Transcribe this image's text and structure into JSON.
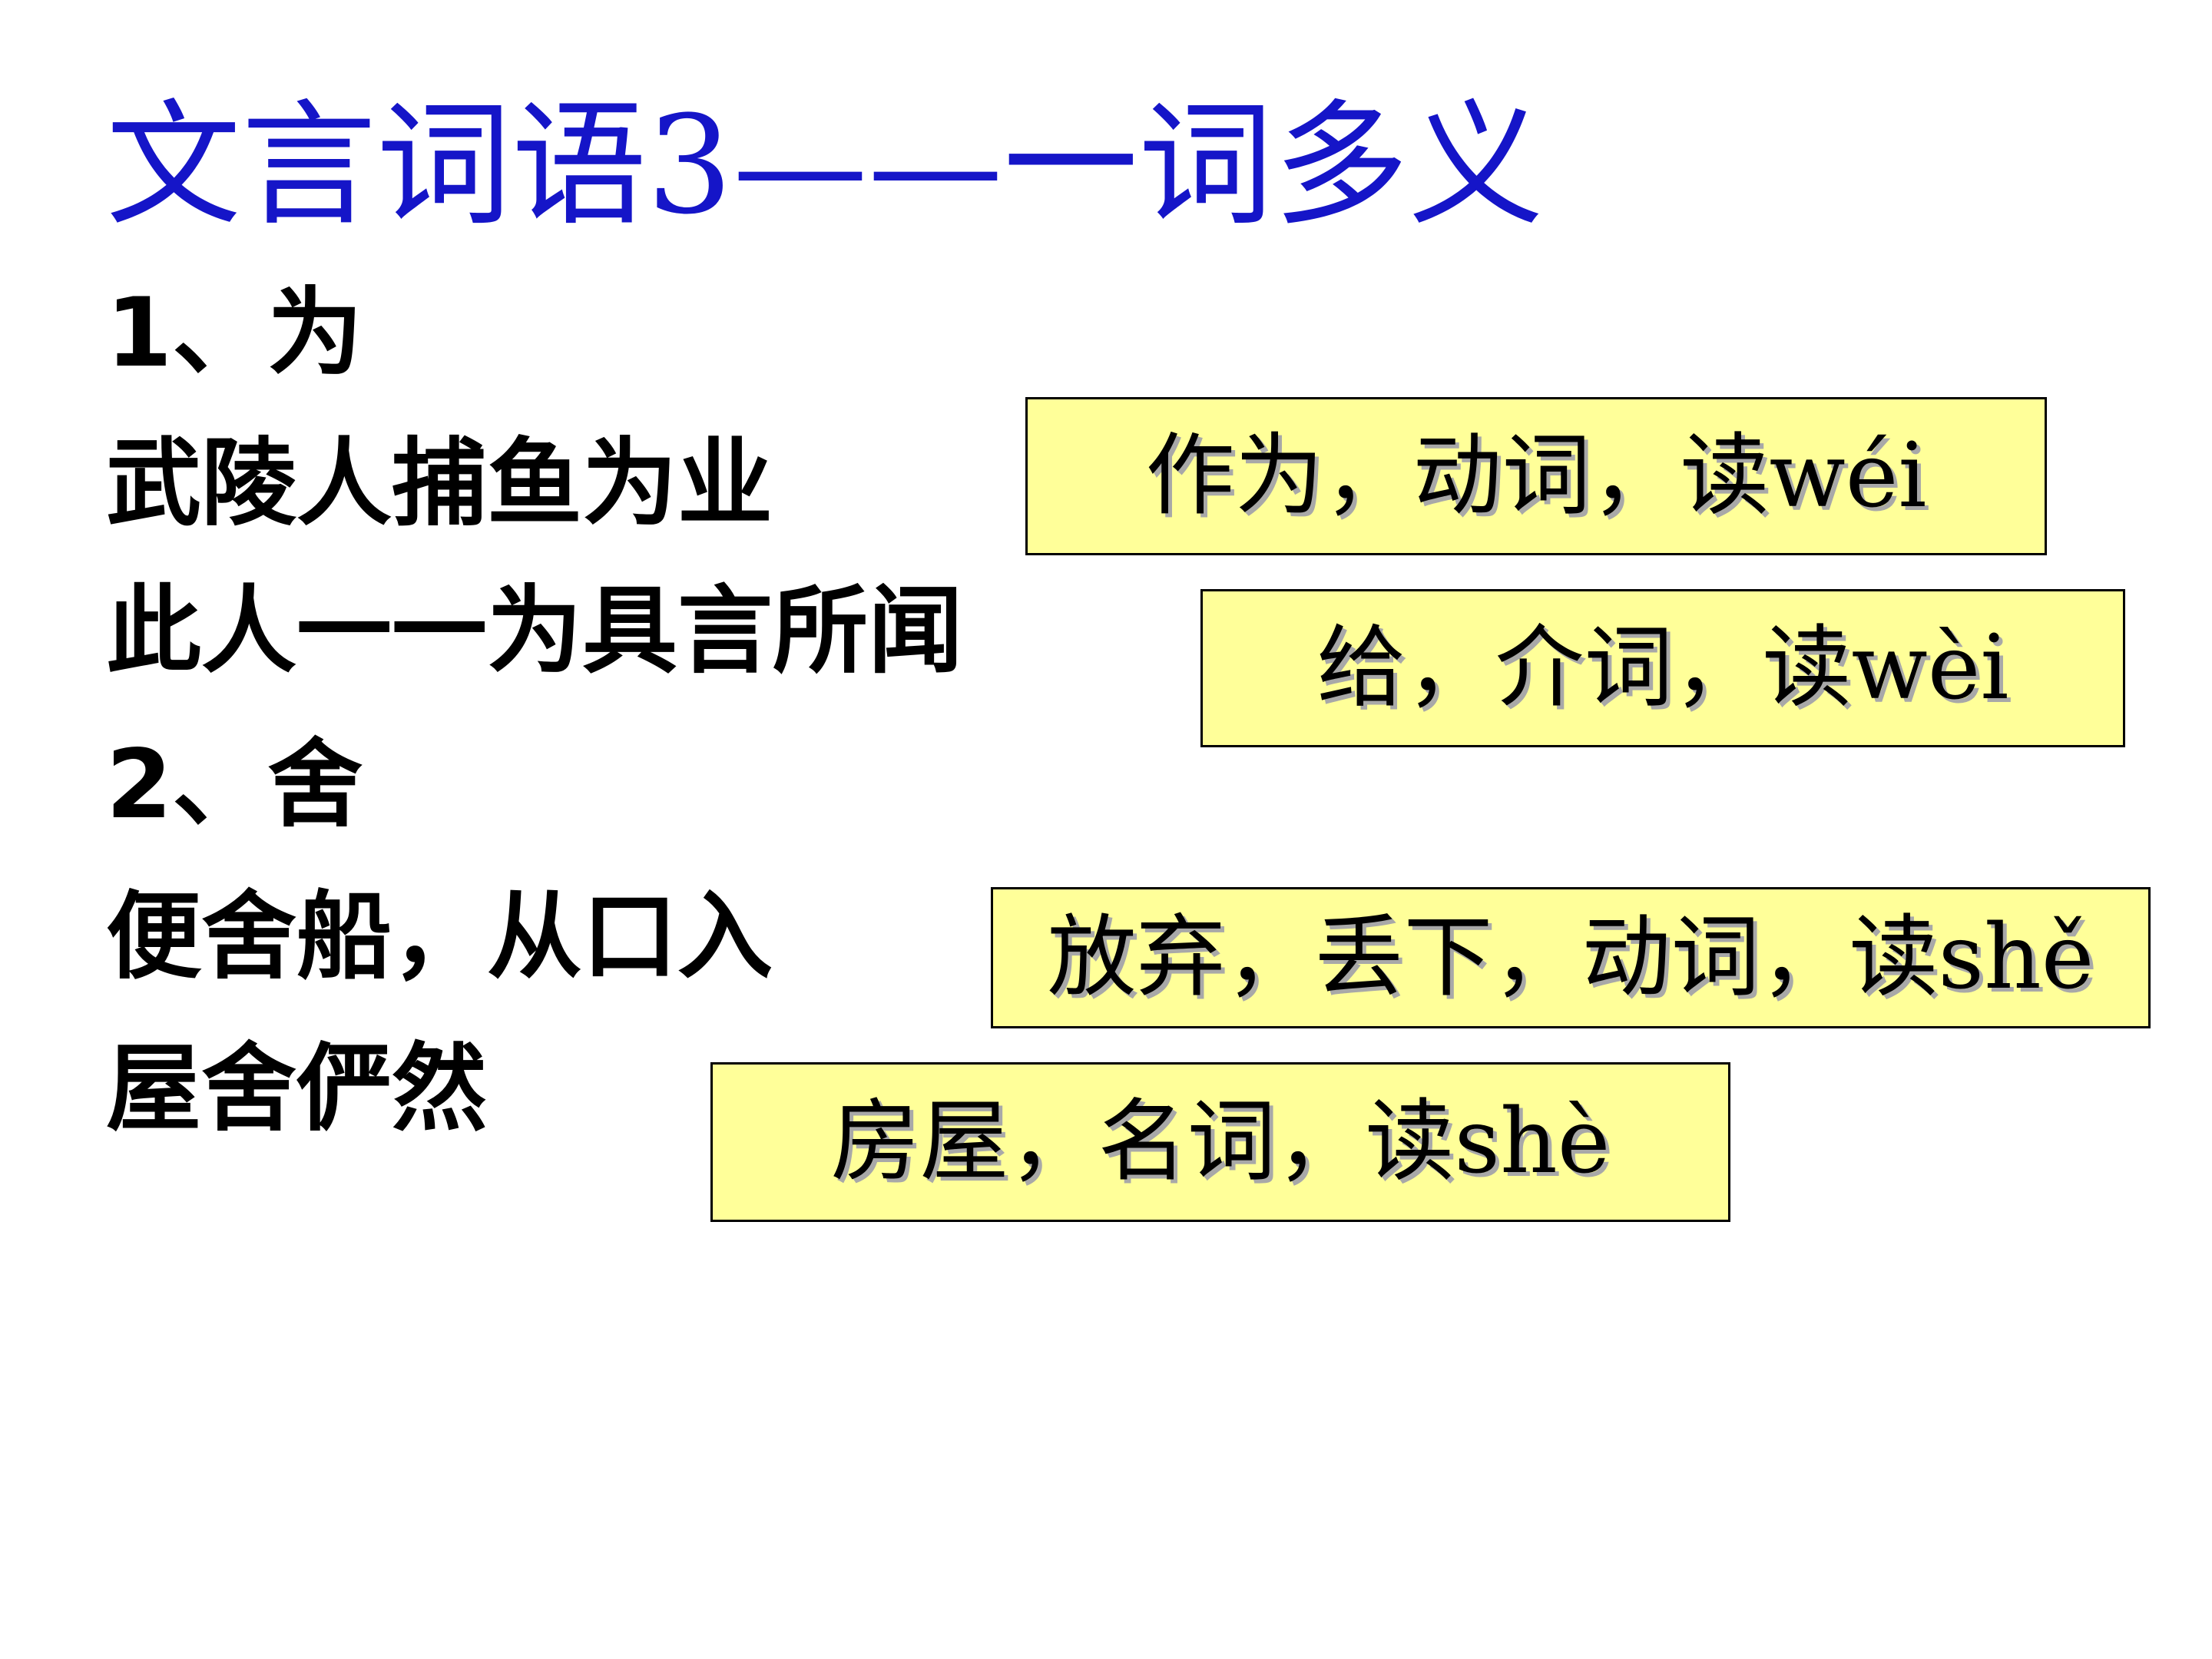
{
  "title": "文言词语3——一词多义",
  "items": [
    {
      "heading": "1、为",
      "examples": [
        {
          "sentence": "武陵人捕鱼为业",
          "answer": "作为，动词，读wéi"
        },
        {
          "sentence": "此人一一为具言所闻",
          "answer": "给，介词，读wèi"
        }
      ]
    },
    {
      "heading": "2、舍",
      "examples": [
        {
          "sentence": "便舍船，从口入",
          "answer": "放弃，丢下，动词，读shě"
        },
        {
          "sentence": "屋舍俨然",
          "answer": "房屋，名词，读shè"
        }
      ]
    }
  ],
  "colors": {
    "title": "#1515c8",
    "answer_box": "#ffff99",
    "text": "#000000"
  }
}
